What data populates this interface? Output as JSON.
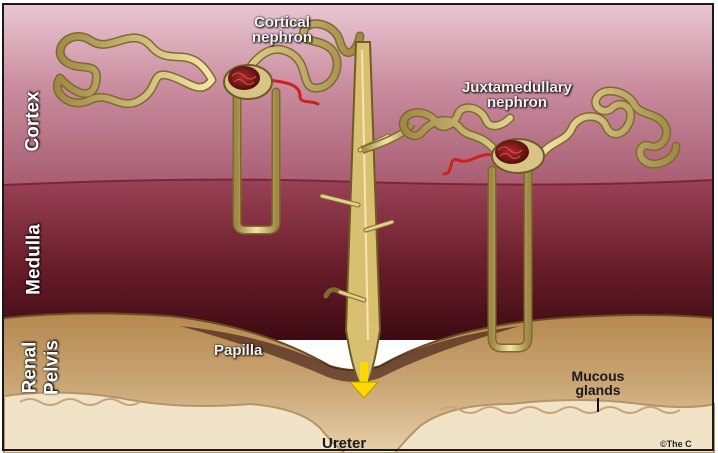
{
  "labels": {
    "cortical_nephron": [
      "Cortical",
      "nephron"
    ],
    "juxtamedullary_nephron": [
      "Juxtamedullary",
      "nephron"
    ],
    "cortex": "Cortex",
    "medulla": "Medulla",
    "renal_pelvis": [
      "Renal",
      "Pelvis"
    ],
    "papilla": "Papilla",
    "mucous_glands": [
      "Mucous",
      "glands"
    ],
    "ureter": "Ureter",
    "copyright": "©The C"
  },
  "colors": {
    "cortex": "#c98c9e",
    "medulla": "#6d1f2c",
    "pelvis": "#c09a66",
    "tubule": "#e3cf8a",
    "glomerulus": "#6e1616",
    "capsule": "#d8c484",
    "vessel": "#cc2222",
    "arrow": "#ffd800"
  },
  "icons": {
    "flow_arrow": "arrow-down-icon"
  }
}
